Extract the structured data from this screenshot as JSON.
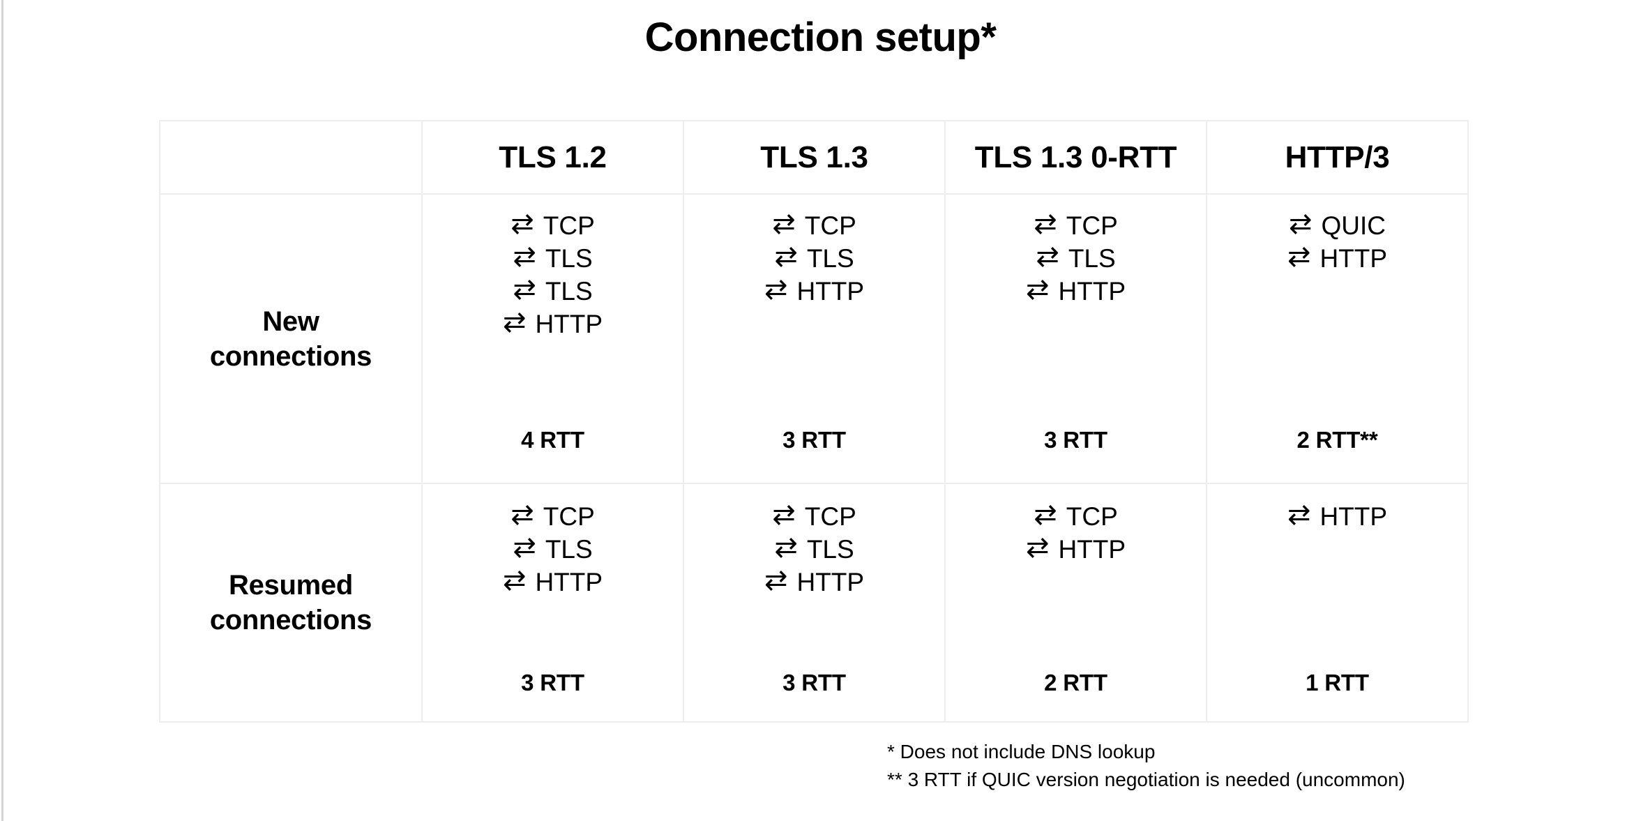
{
  "title": "Connection setup*",
  "table": {
    "corner_label": "",
    "columns": [
      "TLS 1.2",
      "TLS 1.3",
      "TLS 1.3 0-RTT",
      "HTTP/3"
    ],
    "arrow_icon": "⇄",
    "rows": [
      {
        "label": "New\nconnections",
        "label_line1": "New",
        "label_line2": "connections",
        "cells": [
          {
            "steps": [
              "TCP",
              "TLS",
              "TLS",
              "HTTP"
            ],
            "rtt": "4 RTT"
          },
          {
            "steps": [
              "TCP",
              "TLS",
              "HTTP"
            ],
            "rtt": "3 RTT"
          },
          {
            "steps": [
              "TCP",
              "TLS",
              "HTTP"
            ],
            "rtt": "3 RTT"
          },
          {
            "steps": [
              "QUIC",
              "HTTP"
            ],
            "rtt": "2 RTT**"
          }
        ]
      },
      {
        "label": "Resumed\nconnections",
        "label_line1": "Resumed",
        "label_line2": "connections",
        "cells": [
          {
            "steps": [
              "TCP",
              "TLS",
              "HTTP"
            ],
            "rtt": "3 RTT"
          },
          {
            "steps": [
              "TCP",
              "TLS",
              "HTTP"
            ],
            "rtt": "3 RTT"
          },
          {
            "steps": [
              "TCP",
              "HTTP"
            ],
            "rtt": "2 RTT"
          },
          {
            "steps": [
              "HTTP"
            ],
            "rtt": "1 RTT"
          }
        ]
      }
    ]
  },
  "footnotes": [
    "* Does not include DNS lookup",
    "** 3 RTT if QUIC version negotiation is needed (uncommon)"
  ],
  "colors": {
    "background": "#ffffff",
    "text": "#000000",
    "table_border": "#ededed",
    "slide_edge": "#d2d4d6"
  }
}
